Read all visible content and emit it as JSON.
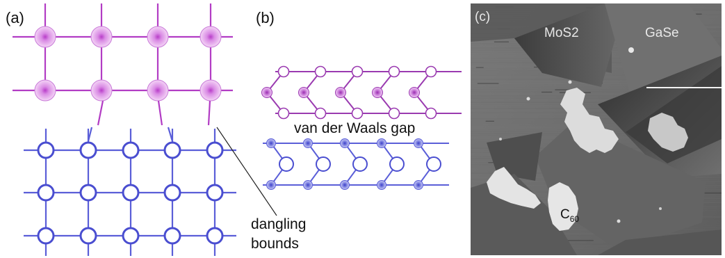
{
  "panels": {
    "a": {
      "label": "(a)",
      "annotation_line1": "dangling",
      "annotation_line2": "bounds"
    },
    "b": {
      "label": "(b)",
      "gap_label": "van der Waals gap"
    },
    "c": {
      "label": "(c)",
      "label_mos2": "MoS2",
      "label_gase": "GaSe",
      "label_c60_main": "C",
      "label_c60_sub": "60"
    }
  },
  "colors": {
    "magenta_bond": "#b23cc4",
    "magenta_atom_edge": "#c87ad8",
    "magenta_atom_fill": "#f0c4f4",
    "magenta_atom_core": "#b83cc8",
    "blue_bond": "#5a5ed8",
    "blue_atom": "#4a4ed0",
    "blue_fill_light": "#b8bcf0"
  }
}
